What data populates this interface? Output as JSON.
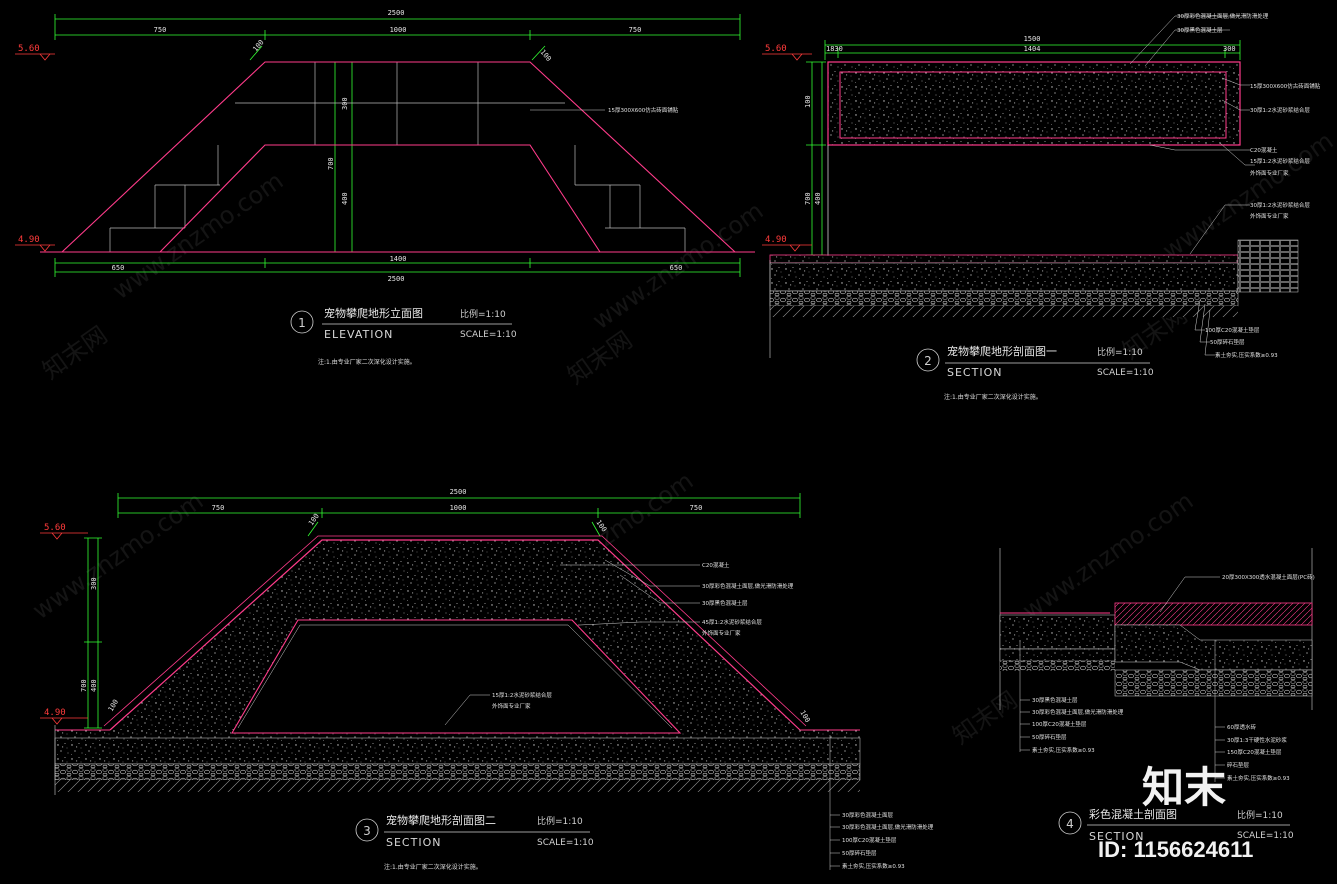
{
  "levels": {
    "top": "5.60",
    "bottom": "4.90"
  },
  "view1": {
    "dims_top": {
      "total": "2500",
      "left": "750",
      "mid": "1000",
      "right": "750",
      "slope_l": "100",
      "slope_r": "100"
    },
    "dims_bottom": {
      "total": "2500",
      "left": "650",
      "mid": "1400",
      "right": "650"
    },
    "dims_vert": {
      "a": "300",
      "b": "700",
      "c": "400"
    },
    "label": "15厚300X600仿古砖面铺贴",
    "number": "1",
    "title_cn": "宠物攀爬地形立面图",
    "title_en": "ELEVATION",
    "scale_cn": "比例=1:10",
    "scale_en": "SCALE=1:10",
    "note": "注:1.由专业厂家二次深化设计实施。"
  },
  "view2": {
    "dims_top": {
      "total": "1500",
      "left": "1830",
      "mid": "1404",
      "right": "300"
    },
    "dims_vert": {
      "a": "100",
      "b": "700",
      "c": "400"
    },
    "labels_right": [
      "30厚彩色混凝土面层,做光滑防滑处理",
      "30厚黑色混凝土层",
      "15厚300X600仿古砖面铺贴",
      "30厚1:2水泥砂浆结合层",
      "C20混凝土",
      "15厚1:2水泥砂浆结合层",
      "外饰面专业厂家",
      "30厚1:2水泥砂浆结合层",
      "外饰面专业厂家"
    ],
    "labels_bottom": [
      "100厚C20混凝土垫层",
      "50厚碎石垫层",
      "素土夯实,压实系数≥0.93"
    ],
    "number": "2",
    "title_cn": "宠物攀爬地形剖面图一",
    "title_en": "SECTION",
    "scale_cn": "比例=1:10",
    "scale_en": "SCALE=1:10",
    "note": "注:1.由专业厂家二次深化设计实施。"
  },
  "view3": {
    "dims_top": {
      "total": "2500",
      "left": "750",
      "mid": "1000",
      "right": "750",
      "slope_l": "100",
      "slope_r": "100"
    },
    "dims_vert": {
      "a": "300",
      "b": "700",
      "c": "400",
      "d": "700",
      "e": "400",
      "f": "100",
      "g": "100"
    },
    "labels_right": [
      "C20混凝土",
      "30厚彩色混凝土面层,做光滑防滑处理",
      "30厚黑色混凝土层",
      "45厚1:2水泥砂浆结合层",
      "外饰面专业厂家"
    ],
    "label_inner": [
      "15厚1:2水泥砂浆结合层",
      "外饰面专业厂家"
    ],
    "labels_bottom": [
      "30厚彩色混凝土面层",
      "30厚彩色混凝土面层,做光滑防滑处理",
      "100厚C20混凝土垫层",
      "50厚碎石垫层",
      "素土夯实,压实系数≥0.93"
    ],
    "number": "3",
    "title_cn": "宠物攀爬地形剖面图二",
    "title_en": "SECTION",
    "scale_cn": "比例=1:10",
    "scale_en": "SCALE=1:10",
    "note": "注:1.由专业厂家二次深化设计实施。"
  },
  "view4": {
    "label_top": "20厚300X300透水混凝土面层(PC砖)",
    "labels_left": [
      "30厚黑色混凝土层",
      "30厚彩色混凝土面层,做光滑防滑处理",
      "100厚C20混凝土垫层",
      "50厚碎石垫层",
      "素土夯实,压实系数≥0.93"
    ],
    "labels_right": [
      "60厚透水砖",
      "30厚1:3干硬性水泥砂浆",
      "150厚C20混凝土垫层",
      "碎石垫层",
      "素土夯实,压实系数≥0.93"
    ],
    "number": "4",
    "title_cn": "彩色混凝土剖面图",
    "title_en": "SECTION",
    "scale_cn": "比例=1:10",
    "scale_en": "SCALE=1:10"
  },
  "watermark": {
    "text": "www.znzmo.com",
    "cn": "知末网",
    "logo": "知末",
    "id": "ID: 1156624611"
  },
  "colors": {
    "bg": "#000000",
    "outline": "#ff3b8a",
    "dim": "#33ff33",
    "text": "#e6e6e6",
    "level": "#ff3b3b"
  }
}
